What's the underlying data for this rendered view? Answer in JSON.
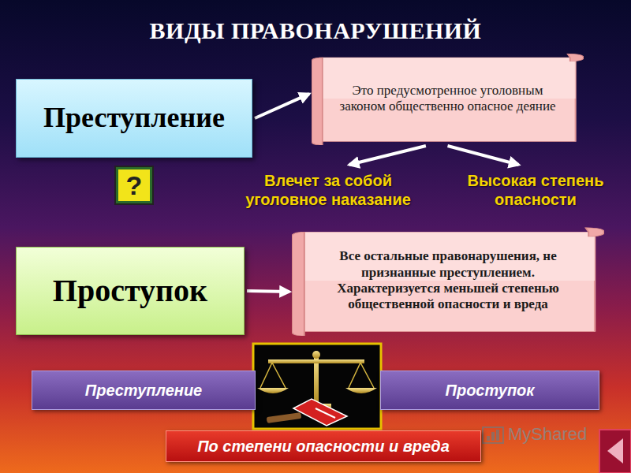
{
  "diagram": {
    "title": "ВИДЫ ПРАВОНАРУШЕНИЙ",
    "nodes": [
      {
        "text": [
          "Преступление"
        ]
      },
      {
        "text": [
          "Это предусмотренное уголовным законом общественно опасное деяние"
        ]
      },
      {
        "text": [
          "Влечет за собой уголовное наказание"
        ]
      },
      {
        "text": [
          "Высокая степень опасности"
        ]
      },
      {
        "text": [
          "Проступок"
        ]
      },
      {
        "text": [
          "Все остальные правонарушения, не признанные преступлением. Характеризуется меньшей степенью общественной опасности и вреда"
        ]
      },
      {
        "text": [
          "Преступление"
        ]
      },
      {
        "text": [
          "Проступок"
        ]
      },
      {
        "text": [
          "По степени опасности и вреда"
        ]
      }
    ],
    "edges": [
      {
        "from": 0,
        "to": 1,
        "arrow": "to"
      },
      {
        "from": 1,
        "to": 2,
        "arrow": "to"
      },
      {
        "from": 1,
        "to": 3,
        "arrow": "to"
      },
      {
        "from": 4,
        "to": 5,
        "arrow": "to"
      }
    ],
    "labels": [
      "?",
      "MyShared"
    ]
  }
}
